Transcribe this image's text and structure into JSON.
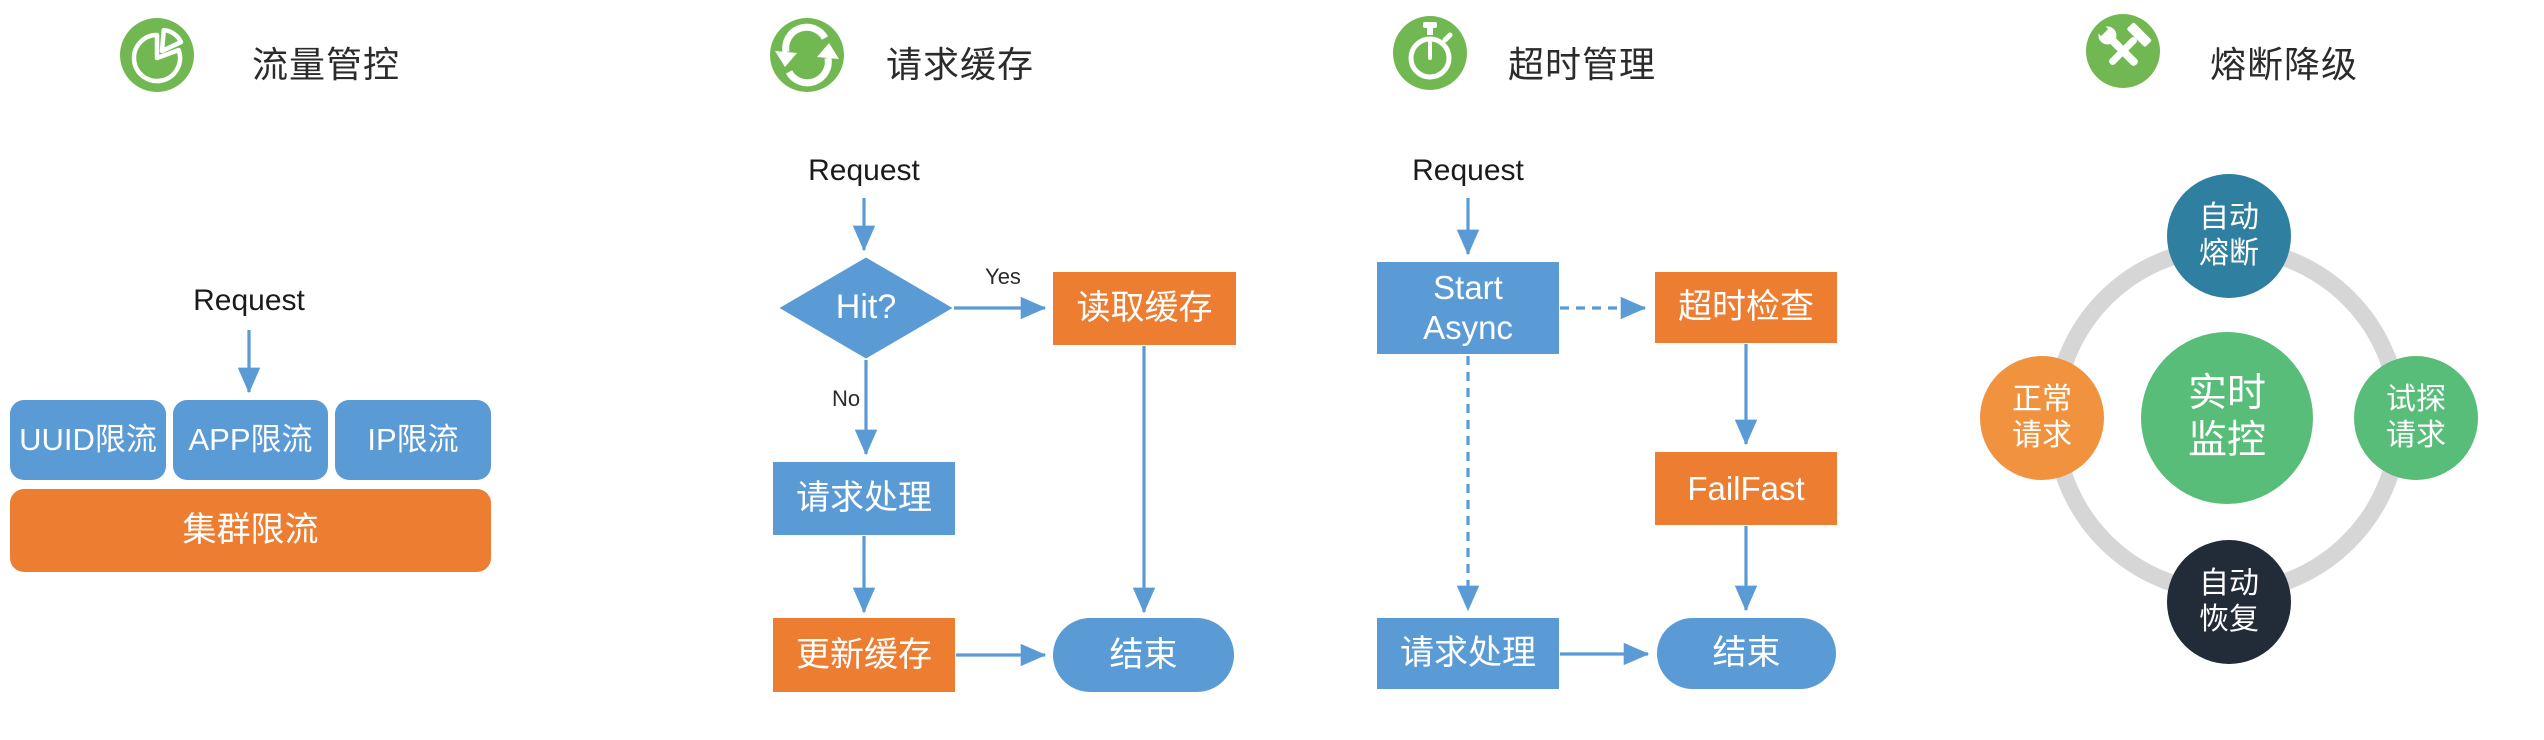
{
  "panels": [
    {
      "title": "流量管控",
      "icon": "pie-chart-icon",
      "request_label": "Request",
      "boxes": {
        "uuid": "UUID限流",
        "app": "APP限流",
        "ip": "IP限流",
        "cluster": "集群限流"
      }
    },
    {
      "title": "请求缓存",
      "icon": "sync-icon",
      "request_label": "Request",
      "decision_label": "Hit?",
      "yes_label": "Yes",
      "no_label": "No",
      "read_cache": "读取缓存",
      "process": "请求处理",
      "update_cache": "更新缓存",
      "end_label": "结束"
    },
    {
      "title": "超时管理",
      "icon": "stopwatch-icon",
      "request_label": "Request",
      "start_async": "Start\nAsync",
      "timeout_check": "超时检查",
      "fail_fast": "FailFast",
      "process": "请求处理",
      "end_label": "结束"
    },
    {
      "title": "熔断降级",
      "icon": "tools-icon",
      "circles": {
        "top": "自动\n熔断",
        "left": "正常\n请求",
        "center": "实时\n监控",
        "right": "试探\n请求",
        "bottom": "自动\n恢复"
      }
    }
  ],
  "colors": {
    "blue": "#5B9BD5",
    "orange": "#ED7D31",
    "icon_green": "#72B852",
    "teal": "#2F7FA0",
    "green": "#57BD78",
    "circle_orange": "#F0923E",
    "dark_navy": "#222B38",
    "ring_gray": "#D6D6D6",
    "ink": "#2B2B2B"
  }
}
